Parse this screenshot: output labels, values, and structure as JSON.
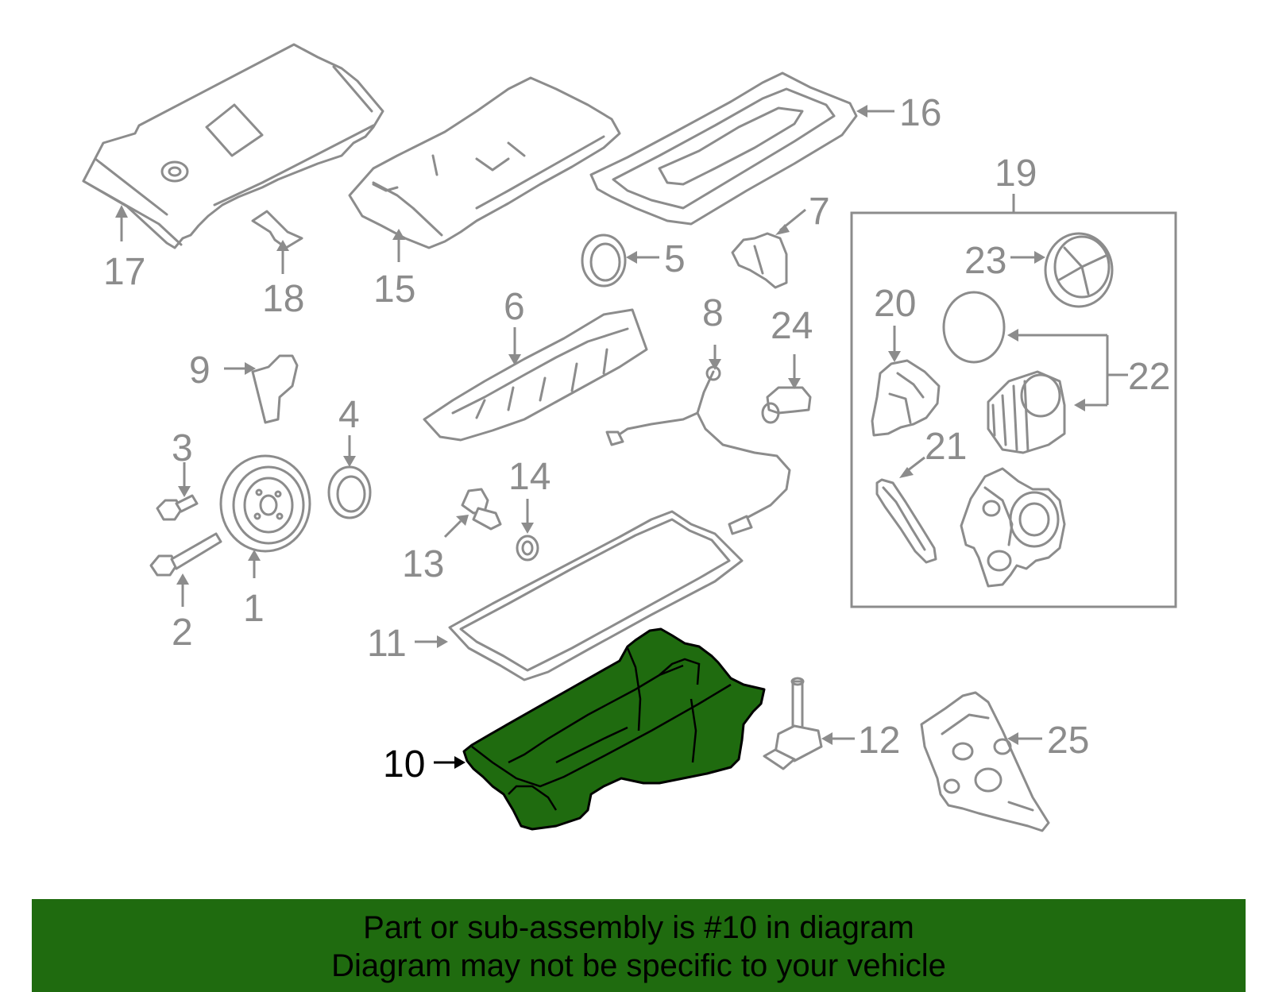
{
  "callouts": {
    "c1": "1",
    "c2": "2",
    "c3": "3",
    "c4": "4",
    "c5": "5",
    "c6": "6",
    "c7": "7",
    "c8": "8",
    "c9": "9",
    "c10": "10",
    "c11": "11",
    "c12": "12",
    "c13": "13",
    "c14": "14",
    "c15": "15",
    "c16": "16",
    "c17": "17",
    "c18": "18",
    "c19": "19",
    "c20": "20",
    "c21": "21",
    "c22": "22",
    "c23": "23",
    "c24": "24",
    "c25": "25"
  },
  "highlight": {
    "part_number": "10",
    "color": "#1f6b0f",
    "line_color": "#8c8c8c"
  },
  "footer": {
    "line1": "Part or sub-assembly is #10 in diagram",
    "line2": "Diagram may not be specific to your vehicle"
  }
}
